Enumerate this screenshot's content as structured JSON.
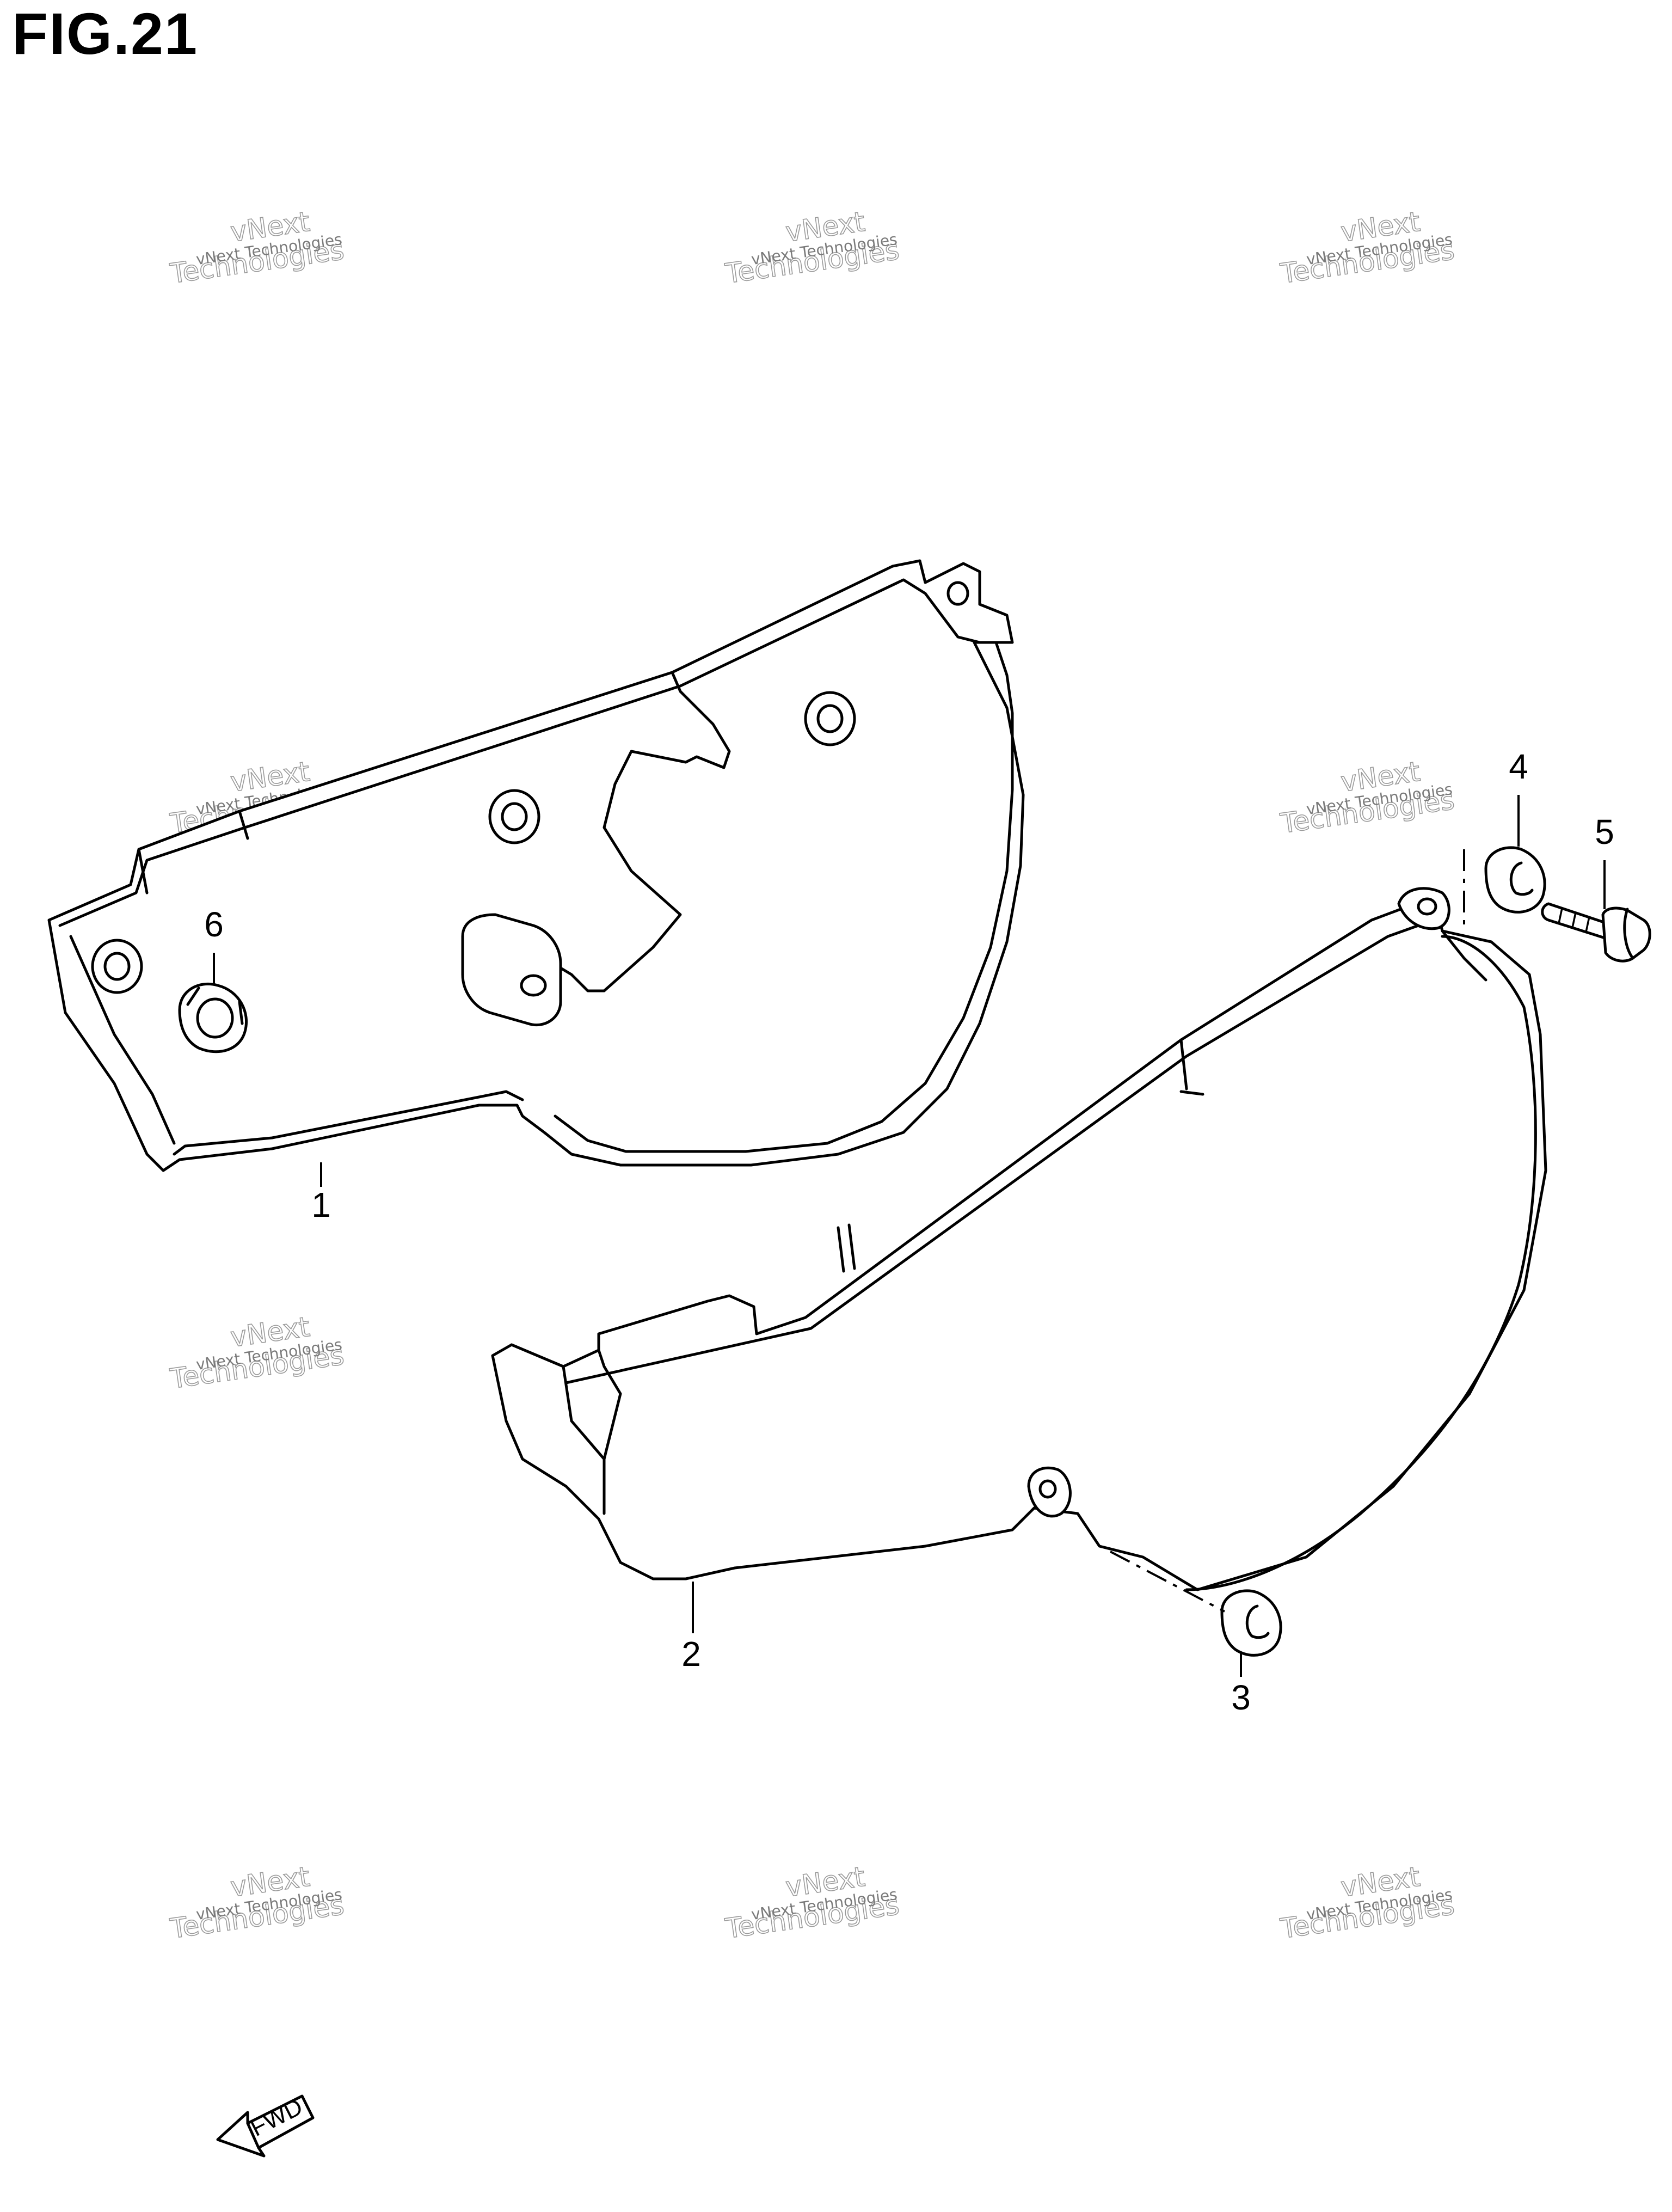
{
  "figure": {
    "title": "FIG.21"
  },
  "callouts": [
    {
      "id": "1",
      "label": "1"
    },
    {
      "id": "2",
      "label": "2"
    },
    {
      "id": "3",
      "label": "3"
    },
    {
      "id": "4",
      "label": "4"
    },
    {
      "id": "5",
      "label": "5"
    },
    {
      "id": "6",
      "label": "6"
    }
  ],
  "watermark": {
    "line1": "vNext Technologies",
    "line2": "vNext",
    "line3": "Technologies"
  },
  "direction_marker": {
    "label": "FWD"
  }
}
